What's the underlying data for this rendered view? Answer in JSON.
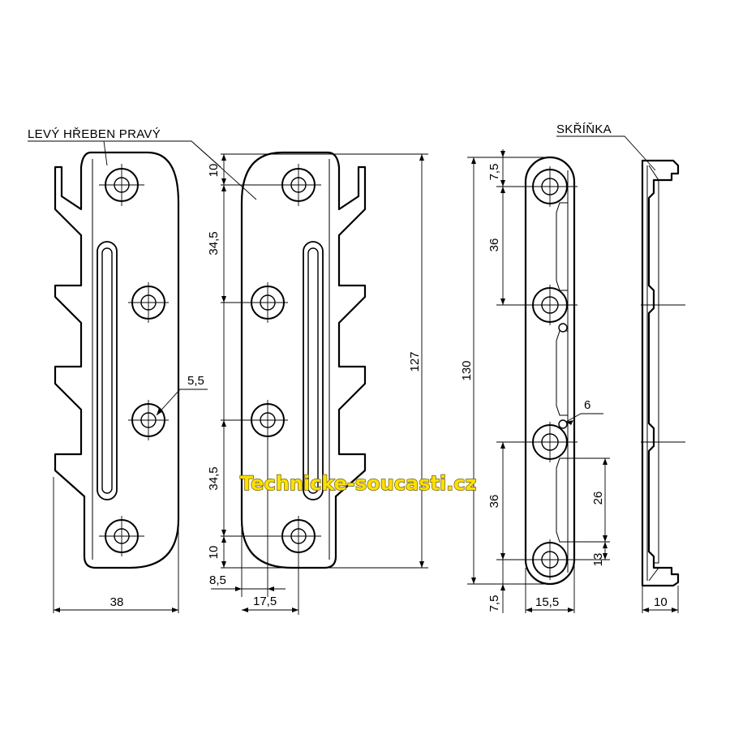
{
  "labels": {
    "left_right_comb": "LEVÝ  HŘEBEN  PRAVÝ",
    "cabinet": "SKŘÍŇKA"
  },
  "watermark": "Technicke-soucasti.cz",
  "dimensions": {
    "width_38": "38",
    "hole_5_5": "5,5",
    "top_10": "10",
    "spacing_34_5_top": "34,5",
    "spacing_34_5_bottom": "34,5",
    "bottom_10": "10",
    "offset_8_5": "8,5",
    "offset_17_5": "17,5",
    "height_127": "127",
    "height_130": "130",
    "top_7_5": "7,5",
    "spacing_36_top": "36",
    "spacing_36_bottom": "36",
    "bottom_7_5": "7,5",
    "width_15_5": "15,5",
    "hole_6": "6",
    "slot_26": "26",
    "slot_13": "13",
    "depth_10": "10"
  }
}
